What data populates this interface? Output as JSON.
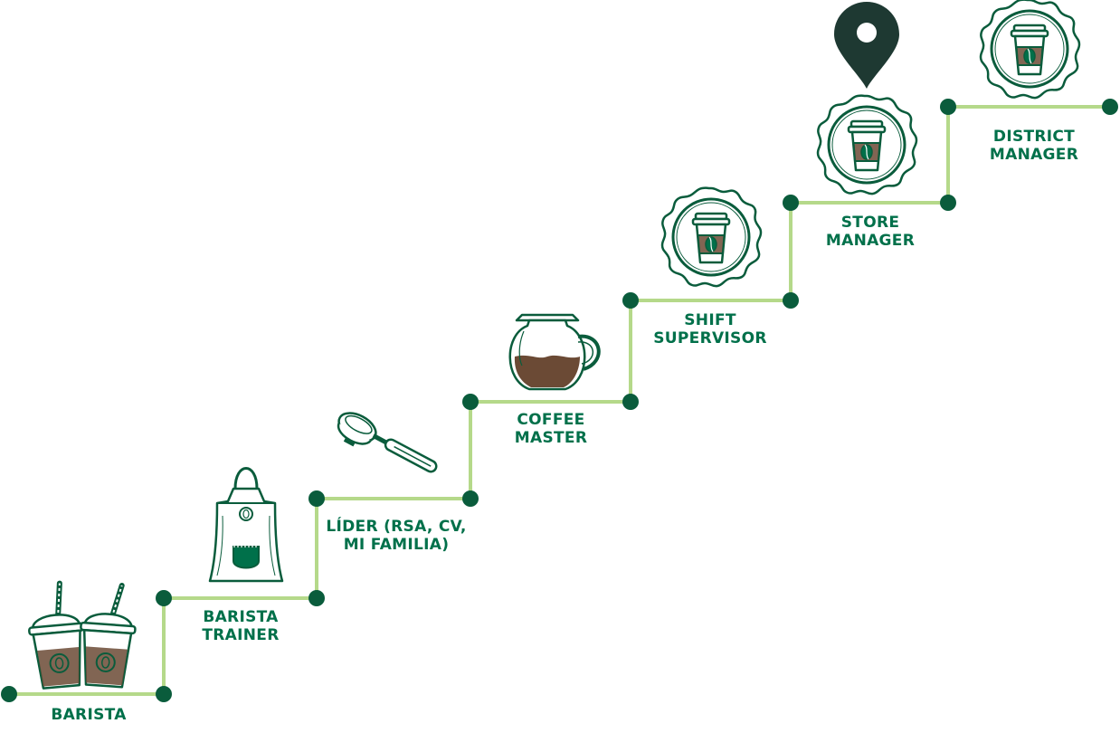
{
  "colors": {
    "line": "#b5d98a",
    "node": "#0a5c3c",
    "brand_green": "#00704a",
    "coffee": "#6b4a35",
    "pin": "#1e3932"
  },
  "steps": [
    {
      "line1": "BARISTA",
      "line2": "",
      "icon": "iced-coffee-cups-icon"
    },
    {
      "line1": "BARISTA",
      "line2": "TRAINER",
      "icon": "apron-icon"
    },
    {
      "line1": "LÍDER (RSA, CV,",
      "line2": "MI FAMILIA)",
      "icon": "portafilter-icon"
    },
    {
      "line1": "COFFEE",
      "line2": "MASTER",
      "icon": "coffee-pot-icon"
    },
    {
      "line1": "SHIFT",
      "line2": "SUPERVISOR",
      "icon": "badge-cup-icon"
    },
    {
      "line1": "STORE",
      "line2": "MANAGER",
      "icon": "badge-cup-icon"
    },
    {
      "line1": "DISTRICT",
      "line2": "MANAGER",
      "icon": "badge-cup-icon"
    }
  ],
  "current_marker": {
    "icon": "location-pin-icon",
    "step_index": 5
  }
}
